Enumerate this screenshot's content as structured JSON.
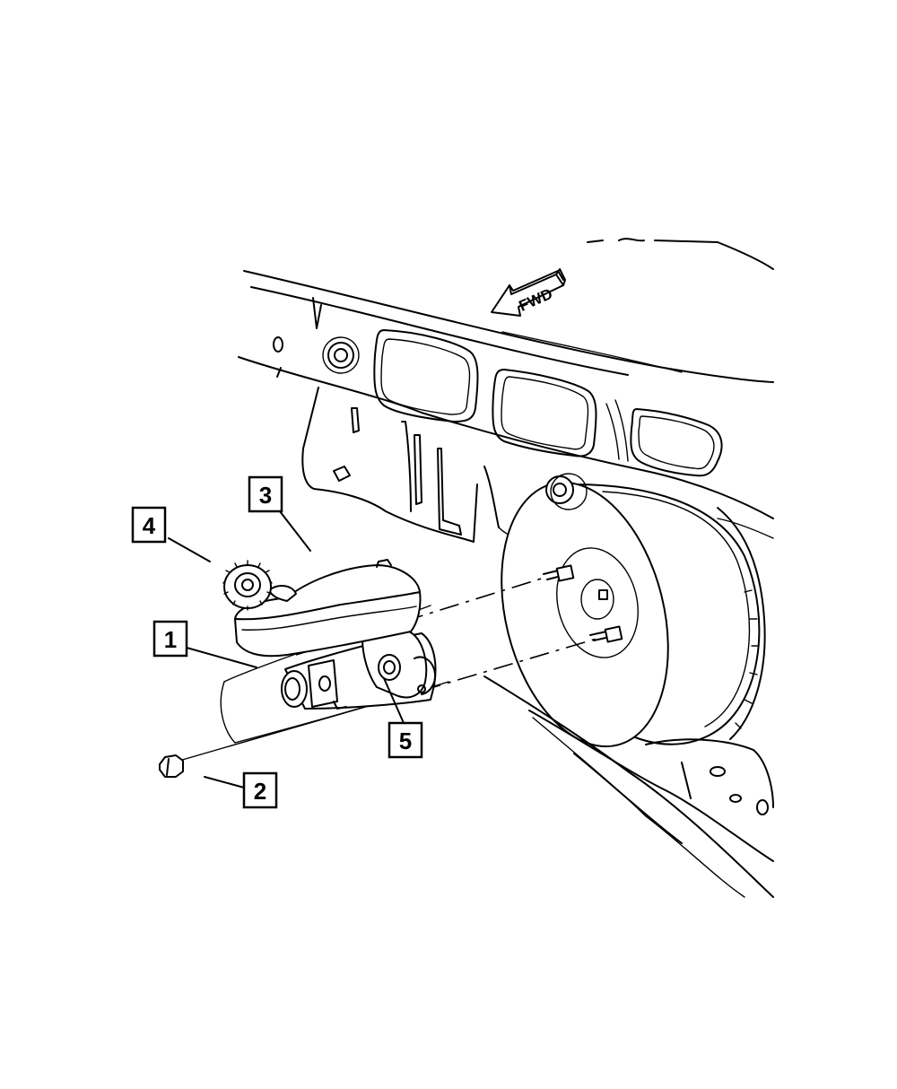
{
  "diagram": {
    "direction_label": "FWD",
    "callouts": [
      {
        "id": "callout-1",
        "label": "1"
      },
      {
        "id": "callout-2",
        "label": "2"
      },
      {
        "id": "callout-3",
        "label": "3"
      },
      {
        "id": "callout-4",
        "label": "4"
      },
      {
        "id": "callout-5",
        "label": "5"
      }
    ]
  }
}
